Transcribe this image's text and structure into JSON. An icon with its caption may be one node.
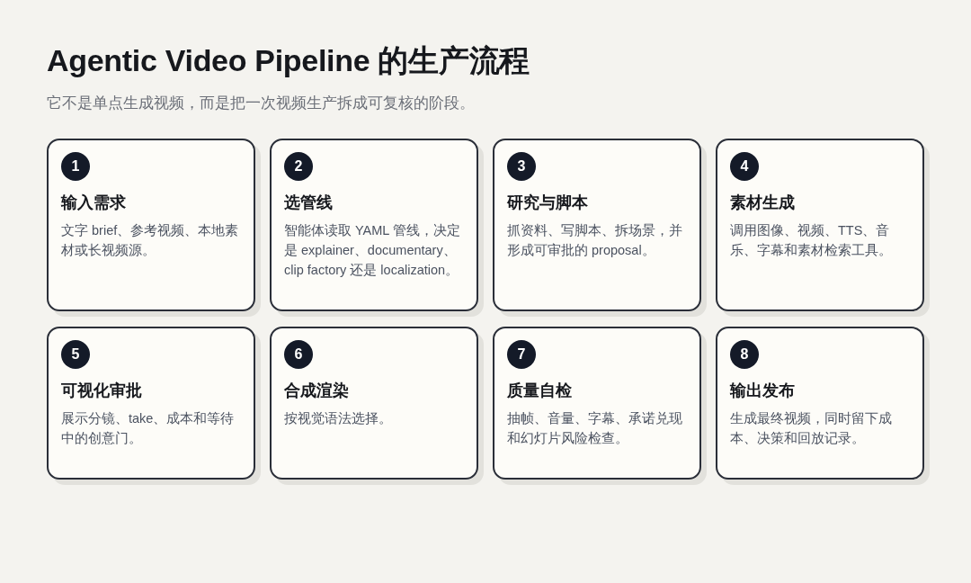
{
  "diagram": {
    "title": "Agentic Video Pipeline 的生产流程",
    "nodes": [
      {
        "text": [
          "输入需求",
          "文字 brief、参考视频、本地素材或长视频源。"
        ]
      },
      {
        "text": [
          "1"
        ],
        "in": 0
      },
      {
        "text": [
          "选管线",
          "智能体读取 YAML 管线，决定是 explainer、documentary、clip factory 还是 localization。"
        ]
      },
      {
        "text": [
          "2"
        ],
        "in": 2
      },
      {
        "text": [
          "研究与脚本",
          "抓资料、写脚本、拆场景，并形成可审批的 proposal。"
        ]
      },
      {
        "text": [
          "3"
        ],
        "in": 4
      },
      {
        "text": [
          "素材生成",
          "调用图像、视频、TTS、音乐、字幕和素材检索工具。"
        ]
      },
      {
        "text": [
          "4"
        ],
        "in": 6
      },
      {
        "text": [
          "可视化审批",
          "展示分镜、take、成本和等待中的创意门。"
        ]
      },
      {
        "text": [
          "5"
        ],
        "in": 8
      },
      {
        "text": [
          "合成渲染",
          "按视觉语法选择。"
        ]
      },
      {
        "text": [
          "6"
        ],
        "in": 10
      },
      {
        "text": [
          "质量自检",
          "抽帧、音量、字幕、承诺兑现和幻灯片风险检查。"
        ]
      },
      {
        "text": [
          "7"
        ],
        "in": 12
      },
      {
        "text": [
          "输出发布",
          "生成最终视频，同时留下成本、决策和回放记录。"
        ]
      },
      {
        "text": [
          "8"
        ],
        "in": 14
      }
    ],
    "labels": [
      "它不是单点生成视频，而是把一次视频生产拆成可复核的阶段。"
    ]
  }
}
